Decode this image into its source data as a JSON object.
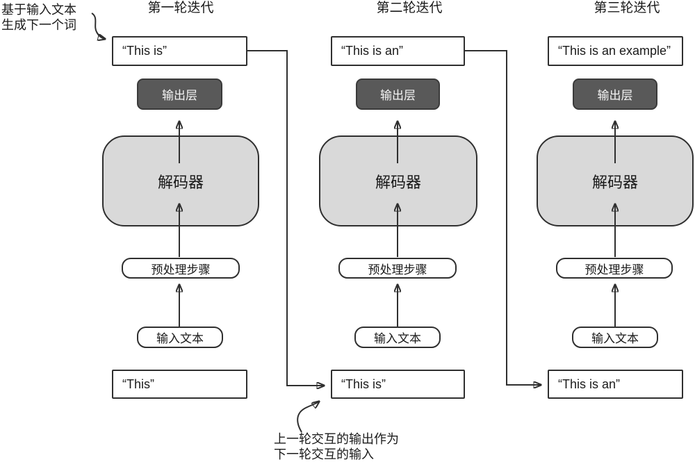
{
  "colors": {
    "background": "#ffffff",
    "text": "#1a1a1a",
    "line": "#2f2f2f",
    "box-border": "#2f2f2f",
    "decoder-fill": "#d9d9d9",
    "output-layer-fill": "#595959",
    "output-layer-text": "#f5f5f5"
  },
  "annotations": {
    "generate_note": {
      "line1": "基于输入文本",
      "line2": "生成下一个词"
    },
    "feedback_note": {
      "line1": "上一轮交互的输出作为",
      "line2": "下一轮交互的输入"
    }
  },
  "columns": [
    {
      "title": "第一轮迭代",
      "output_text": "“This is”",
      "output_layer_label": "输出层",
      "decoder_label": "解码器",
      "preprocess_label": "预处理步骤",
      "input_box_label": "输入文本",
      "input_text": "“This”"
    },
    {
      "title": "第二轮迭代",
      "output_text": "“This is an”",
      "output_layer_label": "输出层",
      "decoder_label": "解码器",
      "preprocess_label": "预处理步骤",
      "input_box_label": "输入文本",
      "input_text": "“This is”"
    },
    {
      "title": "第三轮迭代",
      "output_text": "“This is an example”",
      "output_layer_label": "输出层",
      "decoder_label": "解码器",
      "preprocess_label": "预处理步骤",
      "input_box_label": "输入文本",
      "input_text": "“This is an”"
    }
  ]
}
